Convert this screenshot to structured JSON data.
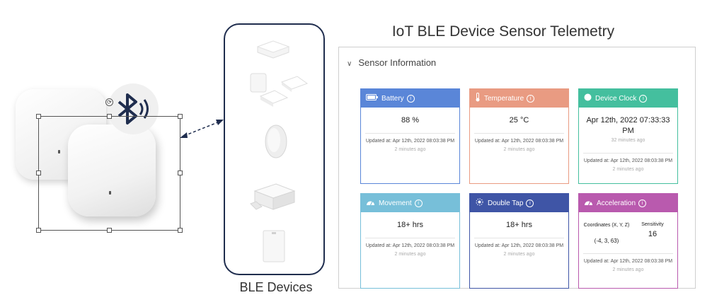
{
  "title": "IoT BLE Device Sensor Telemetry",
  "ble_panel": {
    "label": "BLE Devices"
  },
  "section": {
    "label": "Sensor Information"
  },
  "colors": {
    "battery": "#5a86d8",
    "temperature": "#e99b82",
    "clock": "#44bf9e",
    "movement": "#77bfd9",
    "double_tap": "#3f55a6",
    "acceleration": "#b95aae",
    "panel_border": "#1f2d4e"
  },
  "cards": {
    "battery": {
      "label": "Battery",
      "value": "88 %",
      "updated": "Updated at: Apr 12th, 2022 08:03:38 PM",
      "ago": "2 minutes ago",
      "icon": "battery-icon"
    },
    "temperature": {
      "label": "Temperature",
      "value": "25 °C",
      "updated": "Updated at: Apr 12th, 2022 08:03:38 PM",
      "ago": "2 minutes ago",
      "icon": "thermometer-icon"
    },
    "clock": {
      "label": "Device Clock",
      "value": "Apr 12th, 2022 07:33:33 PM",
      "sub": "32 minutes ago",
      "updated": "Updated at: Apr 12th, 2022 08:03:38 PM",
      "ago": "2 minutes ago",
      "icon": "clock-icon"
    },
    "movement": {
      "label": "Movement",
      "value": "18+ hrs",
      "updated": "Updated at: Apr 12th, 2022 08:03:38 PM",
      "ago": "2 minutes ago",
      "icon": "gauge-icon"
    },
    "double_tap": {
      "label": "Double Tap",
      "value": "18+ hrs",
      "updated": "Updated at: Apr 12th, 2022 08:03:38 PM",
      "ago": "2 minutes ago",
      "icon": "tap-icon"
    },
    "acceleration": {
      "label": "Acceleration",
      "coord_label": "Coordinates (X, Y, Z)",
      "coord_value": "(-4, 3, 63)",
      "sens_label": "Sensitivity",
      "sens_value": "16",
      "updated": "Updated at: Apr 12th, 2022 08:03:38 PM",
      "ago": "2 minutes ago",
      "icon": "gauge-icon"
    }
  }
}
